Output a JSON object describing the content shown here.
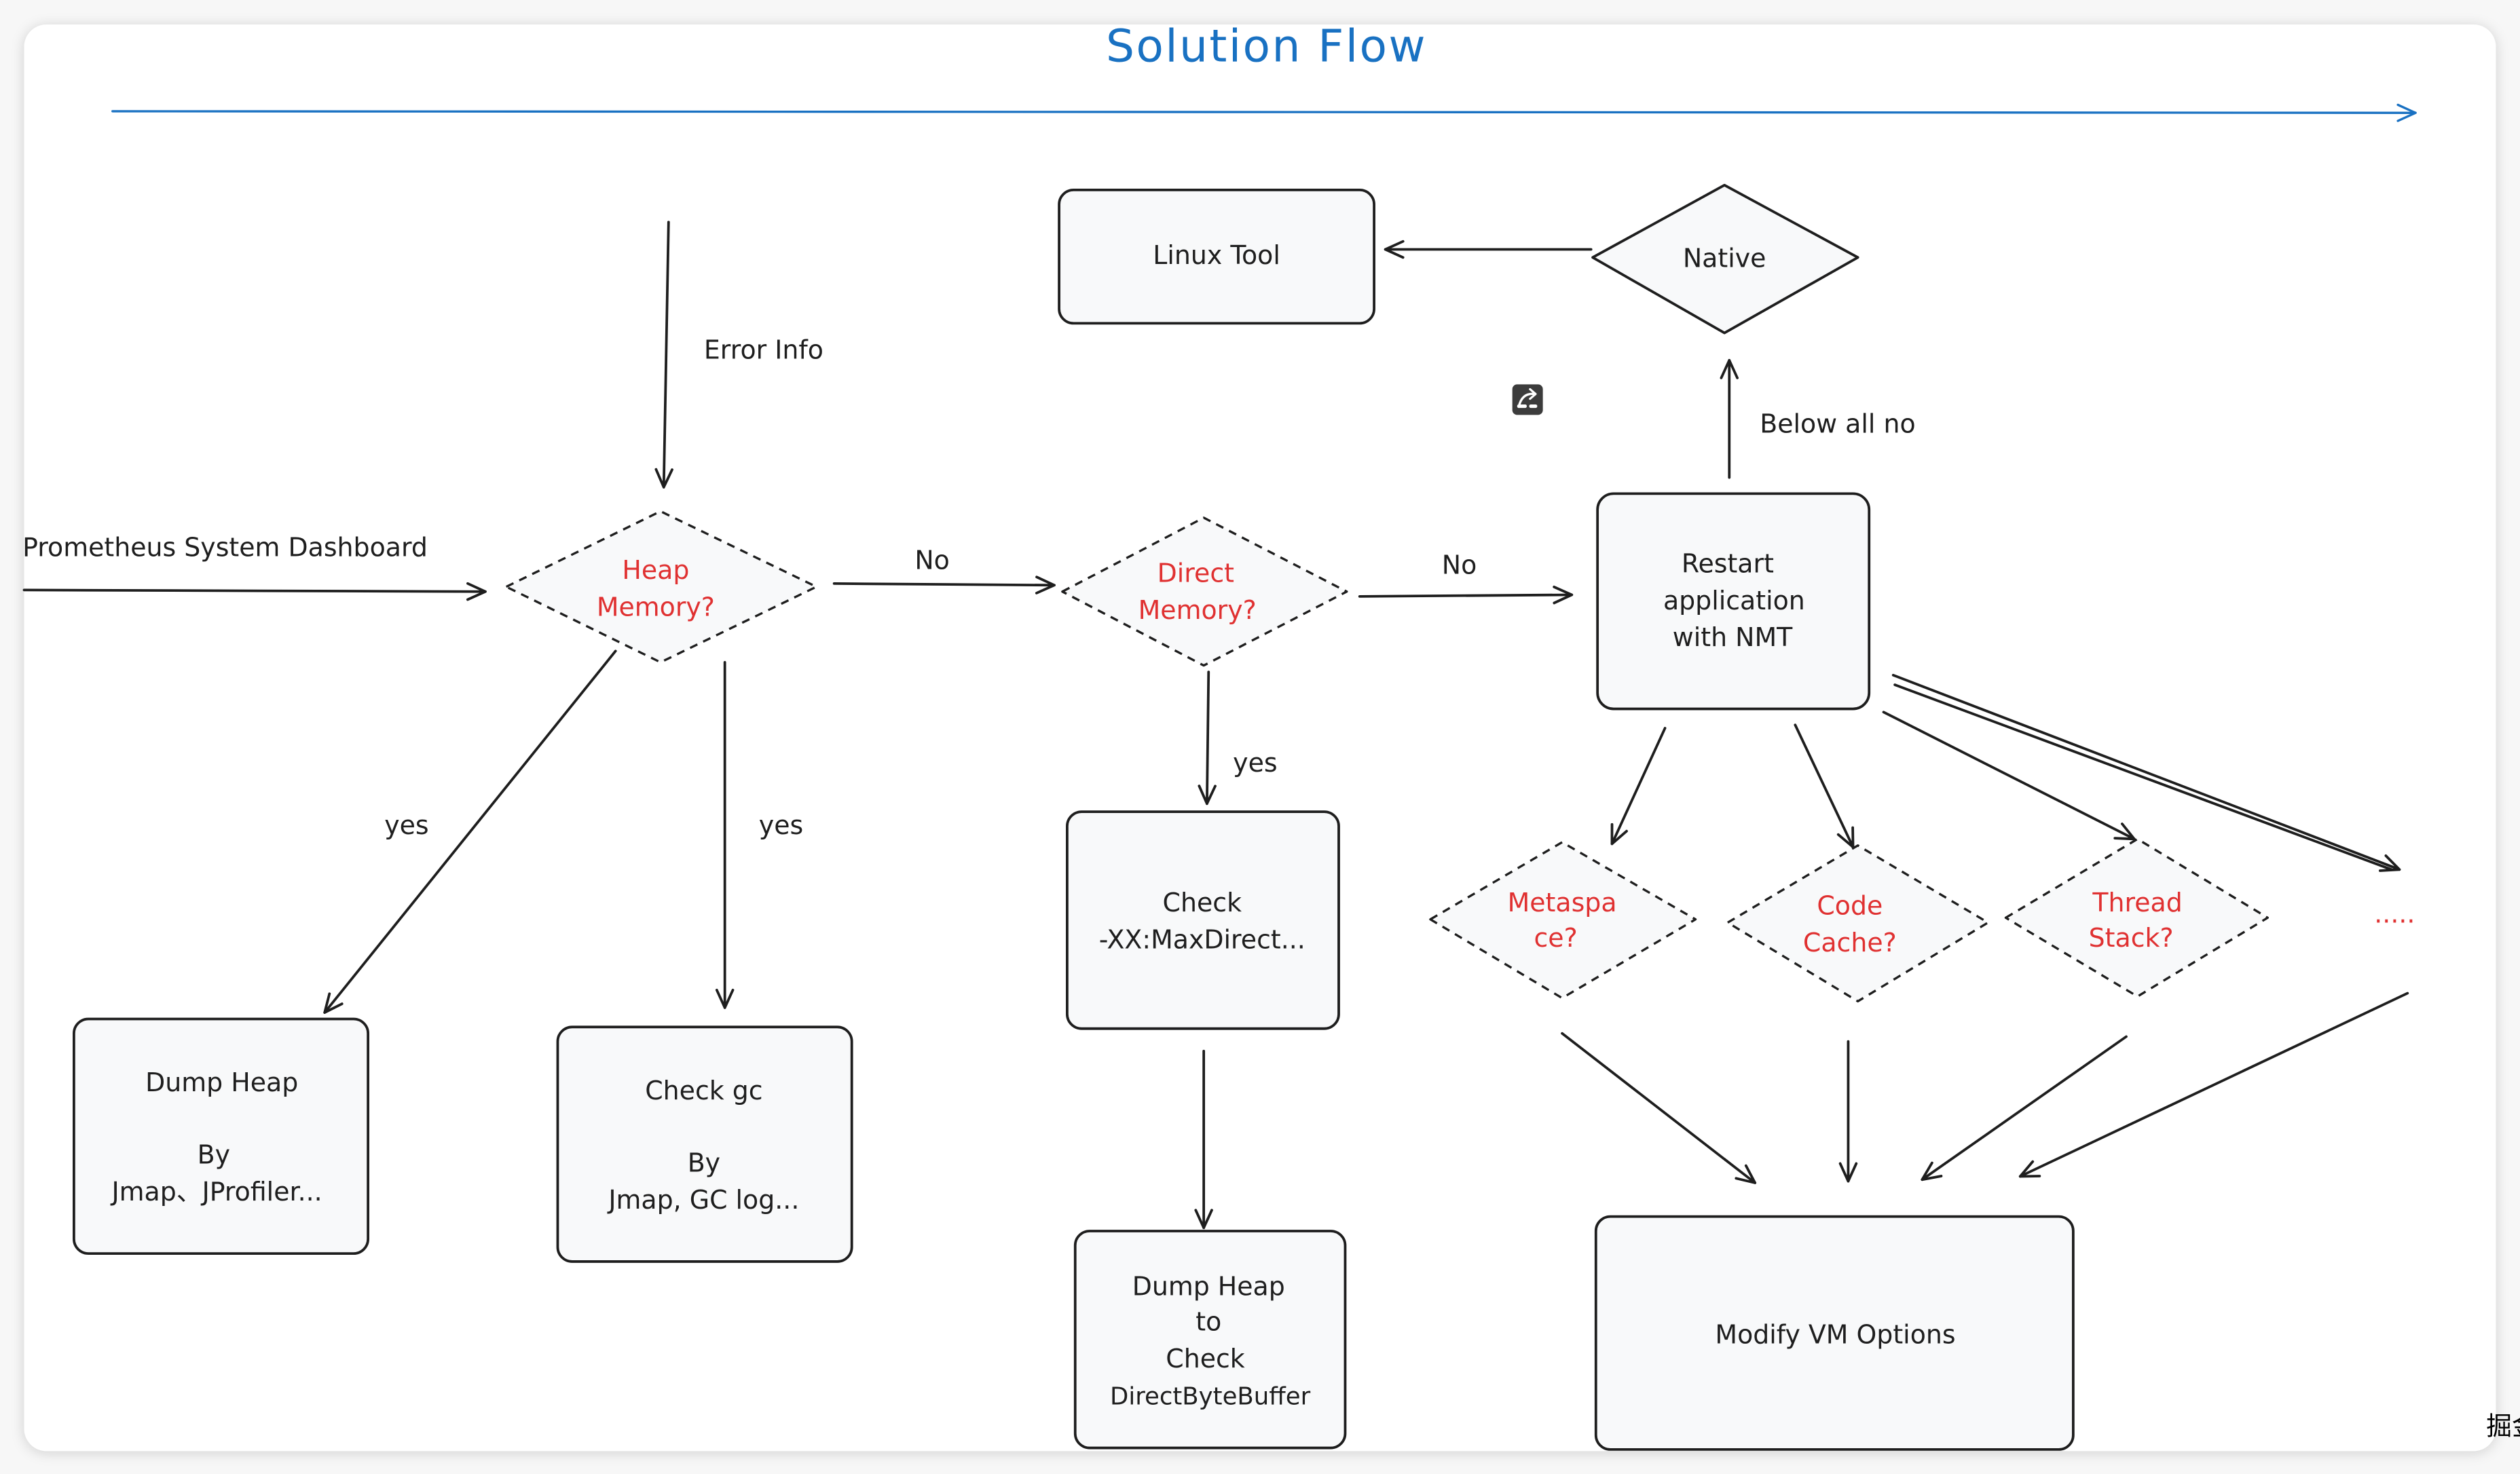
{
  "title": "Solution Flow",
  "watermark": "掘金技术社区 @ SevenStars",
  "colors": {
    "title": "#1971c2",
    "stroke": "#1e1e1e",
    "question": "#e03131",
    "fill": "#f8f9fa"
  },
  "icons": {
    "translate": "translate-icon"
  },
  "nodes": {
    "linux_tool": {
      "lines": [
        "Linux Tool"
      ]
    },
    "native": {
      "lines": [
        "Native"
      ]
    },
    "heap_memory": {
      "lines": [
        "Heap",
        "Memory?"
      ]
    },
    "direct_memory": {
      "lines": [
        "Direct",
        "Memory?"
      ]
    },
    "restart_nmt": {
      "lines": [
        "Restart",
        "application",
        "with NMT"
      ]
    },
    "dump_heap": {
      "lines": [
        "Dump Heap",
        "By",
        "Jmap、JProfiler..."
      ]
    },
    "check_gc": {
      "lines": [
        "Check gc",
        "By",
        "Jmap, GC log..."
      ]
    },
    "check_maxdirect": {
      "lines": [
        "Check",
        "-XX:MaxDirect..."
      ]
    },
    "dump_heap_direct": {
      "lines": [
        "Dump Heap",
        "to",
        "Check",
        "DirectByteBuffer"
      ]
    },
    "metaspace": {
      "lines": [
        "Metaspa",
        "ce?"
      ]
    },
    "code_cache": {
      "lines": [
        "Code",
        "Cache?"
      ]
    },
    "thread_stack": {
      "lines": [
        "Thread",
        "Stack?"
      ]
    },
    "more": {
      "lines": [
        "....."
      ]
    },
    "modify_vm": {
      "lines": [
        "Modify VM Options"
      ]
    }
  },
  "edge_labels": {
    "error_info": "Error Info",
    "prometheus": "Prometheus System Dashboard",
    "heap_no": "No",
    "direct_no": "No",
    "below_all_no": "Below all no",
    "heap_yes_dump": "yes",
    "heap_yes_gc": "yes",
    "direct_yes": "yes"
  }
}
